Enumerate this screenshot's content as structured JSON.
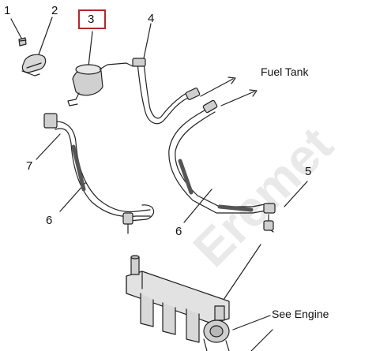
{
  "callouts": {
    "c1": "1",
    "c2": "2",
    "c3": "3",
    "c4": "4",
    "c5": "5",
    "c6a": "6",
    "c6b": "6",
    "c7": "7"
  },
  "labels": {
    "fuel_tank": "Fuel Tank",
    "see_engine": "See Engine"
  },
  "highlight": {
    "callout": "3",
    "color": "#b3282d"
  },
  "watermark": {
    "text": "Eremet"
  }
}
